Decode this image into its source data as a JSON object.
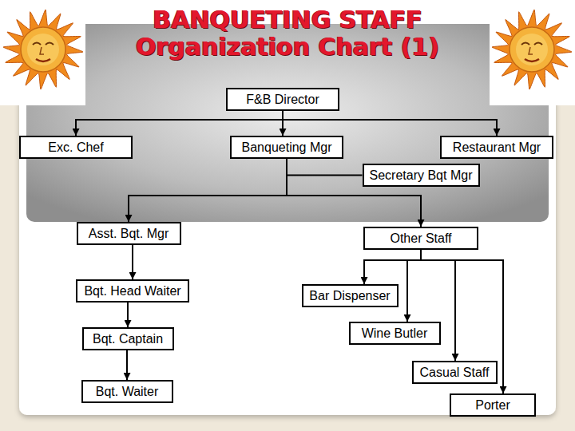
{
  "diagram": {
    "title": "BANQUETING STAFF Organization Chart (1)",
    "nodes": [
      {
        "text": [
          "F&B Director"
        ]
      },
      {
        "text": [
          "Exc. Chef"
        ]
      },
      {
        "text": [
          "Banqueting Mgr"
        ]
      },
      {
        "text": [
          "Restaurant Mgr"
        ]
      },
      {
        "text": [
          "Secretary Bqt Mgr"
        ]
      },
      {
        "text": [
          "Asst. Bqt. Mgr"
        ]
      },
      {
        "text": [
          "Other Staff"
        ]
      },
      {
        "text": [
          "Bqt. Head Waiter"
        ]
      },
      {
        "text": [
          "Bar Dispenser"
        ]
      },
      {
        "text": [
          "Wine Butler"
        ]
      },
      {
        "text": [
          "Bqt. Captain"
        ]
      },
      {
        "text": [
          "Casual Staff"
        ]
      },
      {
        "text": [
          "Bqt. Waiter"
        ]
      },
      {
        "text": [
          "Porter"
        ]
      }
    ],
    "edges": [
      {
        "from": 0,
        "to": 1,
        "arrow": "to"
      },
      {
        "from": 0,
        "to": 2,
        "arrow": "to"
      },
      {
        "from": 0,
        "to": 3,
        "arrow": "to"
      },
      {
        "from": 2,
        "to": 4,
        "arrow": "none"
      },
      {
        "from": 2,
        "to": 5,
        "arrow": "to"
      },
      {
        "from": 2,
        "to": 6,
        "arrow": "to"
      },
      {
        "from": 5,
        "to": 7,
        "arrow": "to"
      },
      {
        "from": 7,
        "to": 10,
        "arrow": "to"
      },
      {
        "from": 10,
        "to": 12,
        "arrow": "to"
      },
      {
        "from": 6,
        "to": 8,
        "arrow": "to"
      },
      {
        "from": 6,
        "to": 9,
        "arrow": "to"
      },
      {
        "from": 6,
        "to": 11,
        "arrow": "to"
      },
      {
        "from": 6,
        "to": 13,
        "arrow": "to"
      }
    ]
  }
}
